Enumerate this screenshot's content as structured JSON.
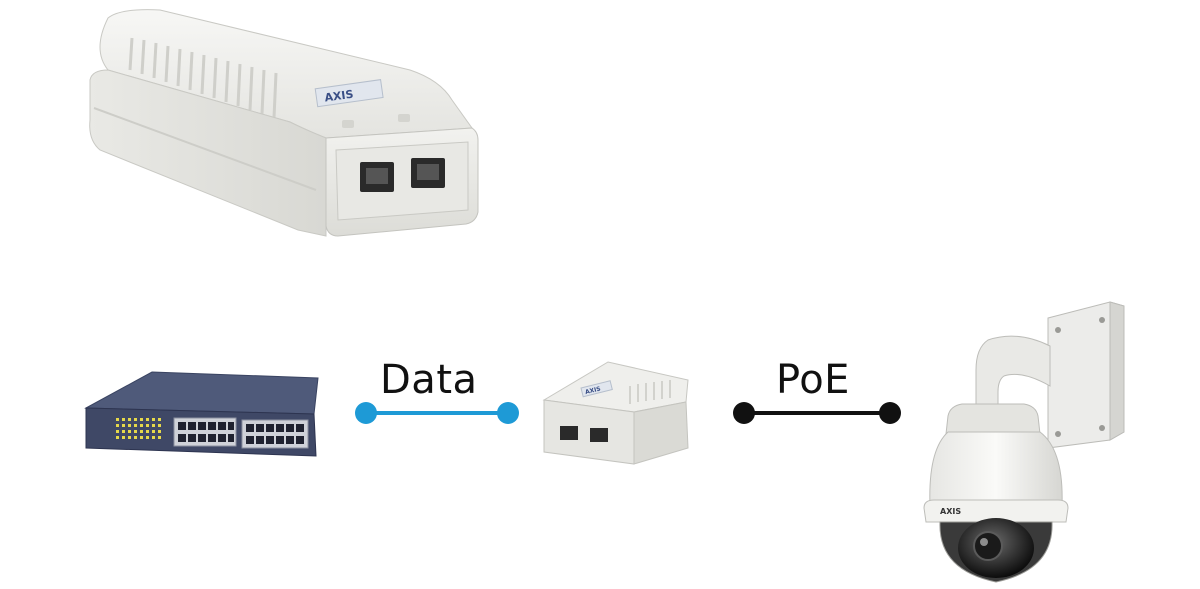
{
  "diagram": {
    "links": [
      {
        "id": "data",
        "label": "Data",
        "color": "#1e9ad6"
      },
      {
        "id": "poe",
        "label": "PoE",
        "color": "#111111"
      }
    ],
    "devices": {
      "midspan_large": {
        "brand": "AXIS",
        "icon": "poe-midspan-icon"
      },
      "switch": {
        "icon": "network-switch-icon"
      },
      "midspan_small": {
        "brand": "AXIS",
        "icon": "poe-midspan-icon"
      },
      "camera": {
        "brand": "AXIS",
        "icon": "ptz-dome-camera-icon"
      }
    }
  }
}
